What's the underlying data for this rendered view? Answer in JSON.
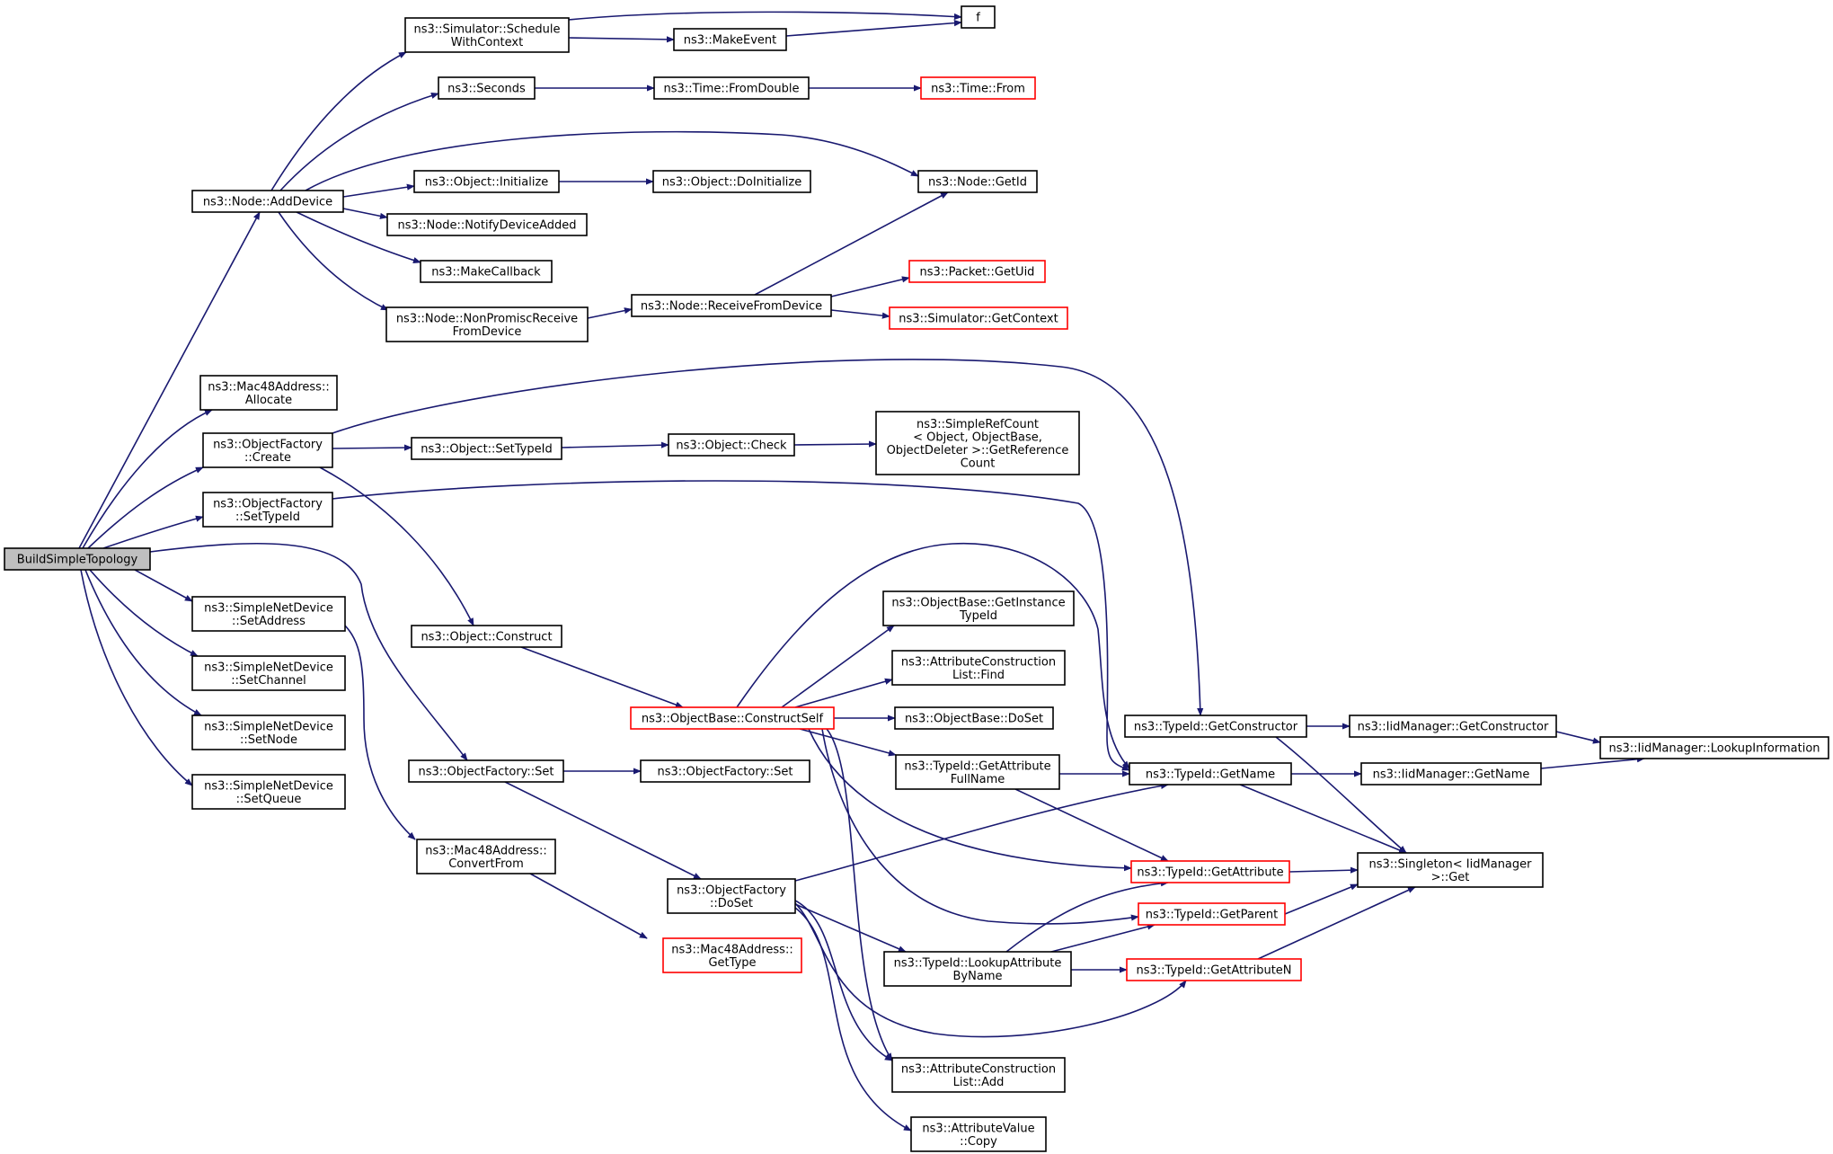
{
  "colors": {
    "edge": "#191970",
    "border_normal": "#000000",
    "border_truncated": "#ff0000",
    "root_fill": "#bfbfbf",
    "node_fill": "#ffffff"
  },
  "nodes": {
    "build": {
      "lines": [
        "BuildSimpleTopology"
      ],
      "style": "root"
    },
    "addDevice": {
      "lines": [
        "ns3::Node::AddDevice"
      ],
      "style": "normal"
    },
    "macAllocate": {
      "lines": [
        "ns3::Mac48Address::",
        "Allocate"
      ],
      "style": "normal"
    },
    "ofCreate": {
      "lines": [
        "ns3::ObjectFactory",
        "::Create"
      ],
      "style": "normal"
    },
    "ofSetTypeId": {
      "lines": [
        "ns3::ObjectFactory",
        "::SetTypeId"
      ],
      "style": "normal"
    },
    "sndSetAddress": {
      "lines": [
        "ns3::SimpleNetDevice",
        "::SetAddress"
      ],
      "style": "normal"
    },
    "sndSetChannel": {
      "lines": [
        "ns3::SimpleNetDevice",
        "::SetChannel"
      ],
      "style": "normal"
    },
    "sndSetNode": {
      "lines": [
        "ns3::SimpleNetDevice",
        "::SetNode"
      ],
      "style": "normal"
    },
    "sndSetQueue": {
      "lines": [
        "ns3::SimpleNetDevice",
        "::SetQueue"
      ],
      "style": "normal"
    },
    "schedCtx": {
      "lines": [
        "ns3::Simulator::Schedule",
        "WithContext"
      ],
      "style": "normal"
    },
    "seconds": {
      "lines": [
        "ns3::Seconds"
      ],
      "style": "normal"
    },
    "objInit": {
      "lines": [
        "ns3::Object::Initialize"
      ],
      "style": "normal"
    },
    "notifyAdded": {
      "lines": [
        "ns3::Node::NotifyDeviceAdded"
      ],
      "style": "normal"
    },
    "makeCallback": {
      "lines": [
        "ns3::MakeCallback"
      ],
      "style": "normal"
    },
    "nonPromisc": {
      "lines": [
        "ns3::Node::NonPromiscReceive",
        "FromDevice"
      ],
      "style": "normal"
    },
    "objSetTypeId": {
      "lines": [
        "ns3::Object::SetTypeId"
      ],
      "style": "normal"
    },
    "objConstruct": {
      "lines": [
        "ns3::Object::Construct"
      ],
      "style": "normal"
    },
    "ofSet1": {
      "lines": [
        "ns3::ObjectFactory::Set"
      ],
      "style": "normal"
    },
    "macConvert": {
      "lines": [
        "ns3::Mac48Address::",
        "ConvertFrom"
      ],
      "style": "normal"
    },
    "makeEvent": {
      "lines": [
        "ns3::MakeEvent"
      ],
      "style": "normal"
    },
    "f": {
      "lines": [
        "f"
      ],
      "style": "normal"
    },
    "timeFromDouble": {
      "lines": [
        "ns3::Time::FromDouble"
      ],
      "style": "normal"
    },
    "timeFrom": {
      "lines": [
        "ns3::Time::From"
      ],
      "style": "truncated"
    },
    "objDoInit": {
      "lines": [
        "ns3::Object::DoInitialize"
      ],
      "style": "normal"
    },
    "nodeGetId": {
      "lines": [
        "ns3::Node::GetId"
      ],
      "style": "normal"
    },
    "recvFromDev": {
      "lines": [
        "ns3::Node::ReceiveFromDevice"
      ],
      "style": "normal"
    },
    "pktGetUid": {
      "lines": [
        "ns3::Packet::GetUid"
      ],
      "style": "truncated"
    },
    "simGetCtx": {
      "lines": [
        "ns3::Simulator::GetContext"
      ],
      "style": "truncated"
    },
    "objCheck": {
      "lines": [
        "ns3::Object::Check"
      ],
      "style": "normal"
    },
    "simpleRef": {
      "lines": [
        "ns3::SimpleRefCount",
        "< Object, ObjectBase,",
        " ObjectDeleter >::GetReference",
        "Count"
      ],
      "style": "normal"
    },
    "constructSelf": {
      "lines": [
        "ns3::ObjectBase::ConstructSelf"
      ],
      "style": "truncated"
    },
    "ofSet2": {
      "lines": [
        "ns3::ObjectFactory::Set"
      ],
      "style": "normal"
    },
    "ofDoSet": {
      "lines": [
        "ns3::ObjectFactory",
        "::DoSet"
      ],
      "style": "normal"
    },
    "macGetType": {
      "lines": [
        "ns3::Mac48Address::",
        "GetType"
      ],
      "style": "truncated"
    },
    "getInstanceTid": {
      "lines": [
        "ns3::ObjectBase::GetInstance",
        "TypeId"
      ],
      "style": "normal"
    },
    "acListFind": {
      "lines": [
        "ns3::AttributeConstruction",
        "List::Find"
      ],
      "style": "normal"
    },
    "objBaseDoSet": {
      "lines": [
        "ns3::ObjectBase::DoSet"
      ],
      "style": "normal"
    },
    "tidGetAttrFull": {
      "lines": [
        "ns3::TypeId::GetAttribute",
        "FullName"
      ],
      "style": "normal"
    },
    "tidLookupAttr": {
      "lines": [
        "ns3::TypeId::LookupAttribute",
        "ByName"
      ],
      "style": "normal"
    },
    "acListAdd": {
      "lines": [
        "ns3::AttributeConstruction",
        "List::Add"
      ],
      "style": "normal"
    },
    "attrValCopy": {
      "lines": [
        "ns3::AttributeValue",
        "::Copy"
      ],
      "style": "normal"
    },
    "tidGetConstructor": {
      "lines": [
        "ns3::TypeId::GetConstructor"
      ],
      "style": "normal"
    },
    "tidGetName": {
      "lines": [
        "ns3::TypeId::GetName"
      ],
      "style": "normal"
    },
    "tidGetAttribute": {
      "lines": [
        "ns3::TypeId::GetAttribute"
      ],
      "style": "truncated"
    },
    "tidGetParent": {
      "lines": [
        "ns3::TypeId::GetParent"
      ],
      "style": "truncated"
    },
    "tidGetAttributeN": {
      "lines": [
        "ns3::TypeId::GetAttributeN"
      ],
      "style": "truncated"
    },
    "iidGetConstructor": {
      "lines": [
        "ns3::IidManager::GetConstructor"
      ],
      "style": "normal"
    },
    "iidGetName": {
      "lines": [
        "ns3::IidManager::GetName"
      ],
      "style": "normal"
    },
    "iidLookupInfo": {
      "lines": [
        "ns3::IidManager::LookupInformation"
      ],
      "style": "normal"
    },
    "singletonGet": {
      "lines": [
        "ns3::Singleton< IidManager",
        " >::Get"
      ],
      "style": "normal"
    }
  }
}
